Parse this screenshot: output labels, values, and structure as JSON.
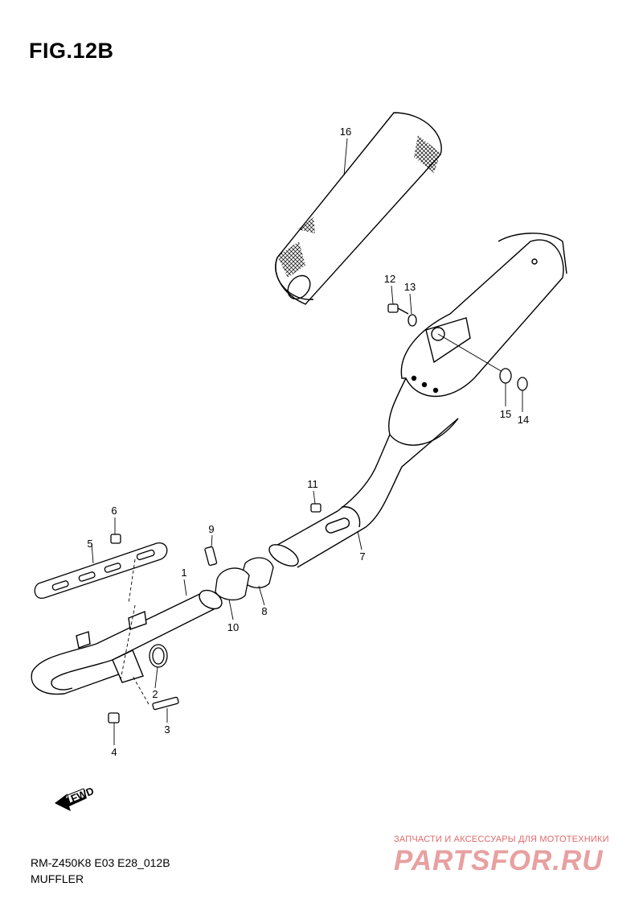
{
  "figure": {
    "title": "FIG.12B",
    "model_code": "RM-Z450K8 E03 E28_012B",
    "caption": "MUFFLER",
    "fwd_label": "FWD"
  },
  "callouts": [
    "1",
    "2",
    "3",
    "4",
    "5",
    "6",
    "7",
    "8",
    "9",
    "10",
    "11",
    "12",
    "13",
    "14",
    "15",
    "16"
  ],
  "watermark": {
    "tagline": "ЗАПЧАСТИ И АКСЕССУАРЫ ДЛЯ МОТОТЕХНИКИ",
    "logo": "PARTSFOR.RU"
  },
  "colors": {
    "line": "#000000",
    "watermark": "#e06a6a"
  }
}
